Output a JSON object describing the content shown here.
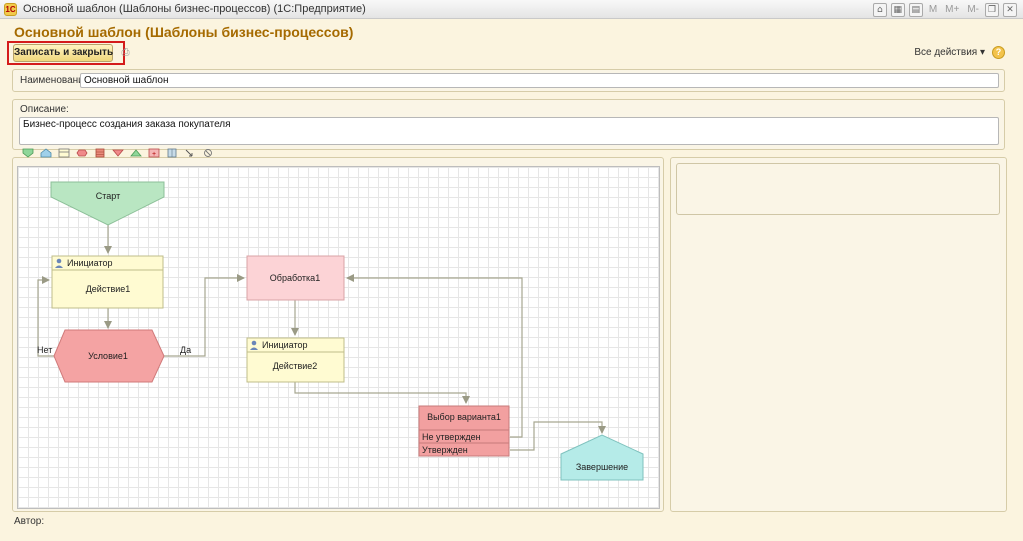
{
  "window": {
    "title": "Основной шаблон (Шаблоны бизнес-процессов)  (1С:Предприятие)",
    "logo_text": "1С",
    "toolbar_m": "M",
    "toolbar_mplus": "M+",
    "toolbar_mminus": "M-"
  },
  "form": {
    "title": "Основной шаблон (Шаблоны бизнес-процессов)",
    "save_close": "Записать и закрыть",
    "all_actions": "Все действия ▾",
    "help": "?"
  },
  "fields": {
    "name_label": "Наименование:",
    "name_value": "Основной шаблон",
    "description_label": "Описание:",
    "description_value": "Бизнес-процесс создания заказа покупателя",
    "author_label": "Автор:"
  },
  "diagram": {
    "toolbar_icons": [
      "start-icon",
      "action-icon",
      "activity-icon",
      "condition-icon",
      "select-icon",
      "split-icon",
      "merge-icon",
      "nested-process-icon",
      "complete-icon",
      "decoration-icon",
      "connector-icon",
      "recycle-icon"
    ],
    "nodes": {
      "start": "Старт",
      "action1_performer": "Инициатор",
      "action1": "Действие1",
      "condition1": "Условие1",
      "processing1": "Обработка1",
      "action2_performer": "Инициатор",
      "action2": "Действие2",
      "choice1": "Выбор варианта1",
      "choice_not_approved": "Не утвержден",
      "choice_approved": "Утвержден",
      "finish": "Завершение"
    },
    "edges": {
      "no": "Нет",
      "yes": "Да"
    },
    "colors": {
      "start": "#b9e6c2",
      "action": "#fffbd2",
      "condition": "#f4a3a3",
      "processing": "#fcd3d6",
      "choice": "#f2a0a0",
      "finish": "#b5ebe8",
      "connector": "#9a9a85"
    }
  }
}
